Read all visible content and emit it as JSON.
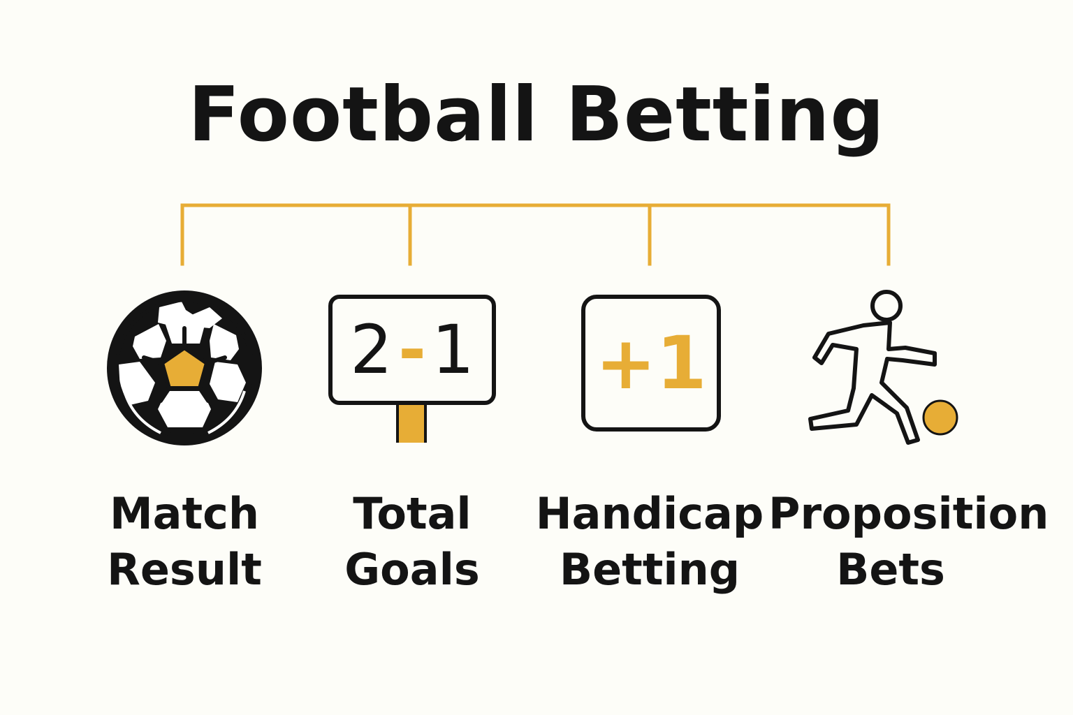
{
  "title": "Football Betting",
  "colors": {
    "accent": "#e7ad36",
    "ink": "#141414",
    "background": "#fdfdf8"
  },
  "branches": [
    {
      "icon": "soccer-ball-icon",
      "label_line1": "Match",
      "label_line2": "Result"
    },
    {
      "icon": "scoreboard-icon",
      "score_home": "2",
      "score_sep": "-",
      "score_away": "1",
      "label_line1": "Total",
      "label_line2": "Goals"
    },
    {
      "icon": "handicap-box-icon",
      "handicap": "+1",
      "label_line1": "Handicap",
      "label_line2": "Betting"
    },
    {
      "icon": "player-kicking-ball-icon",
      "label_line1": "Proposition",
      "label_line2": "Bets"
    }
  ]
}
